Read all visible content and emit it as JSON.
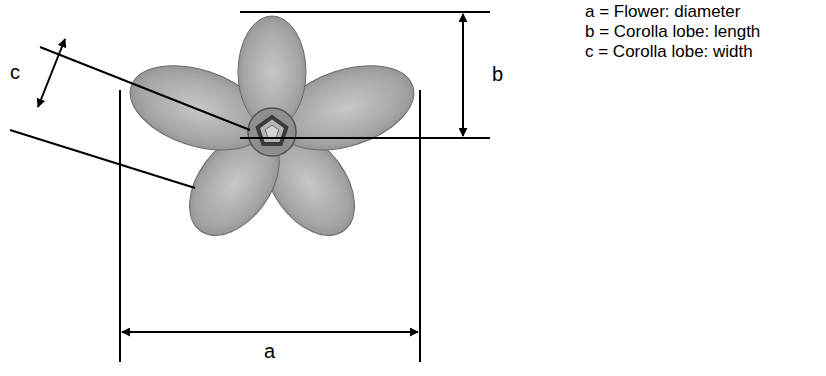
{
  "diagram": {
    "labels": [
      "a = Flower: diameter",
      "b = Corolla lobe: length",
      "c = Corolla lobe: width",
      "c",
      "b",
      "a"
    ]
  }
}
